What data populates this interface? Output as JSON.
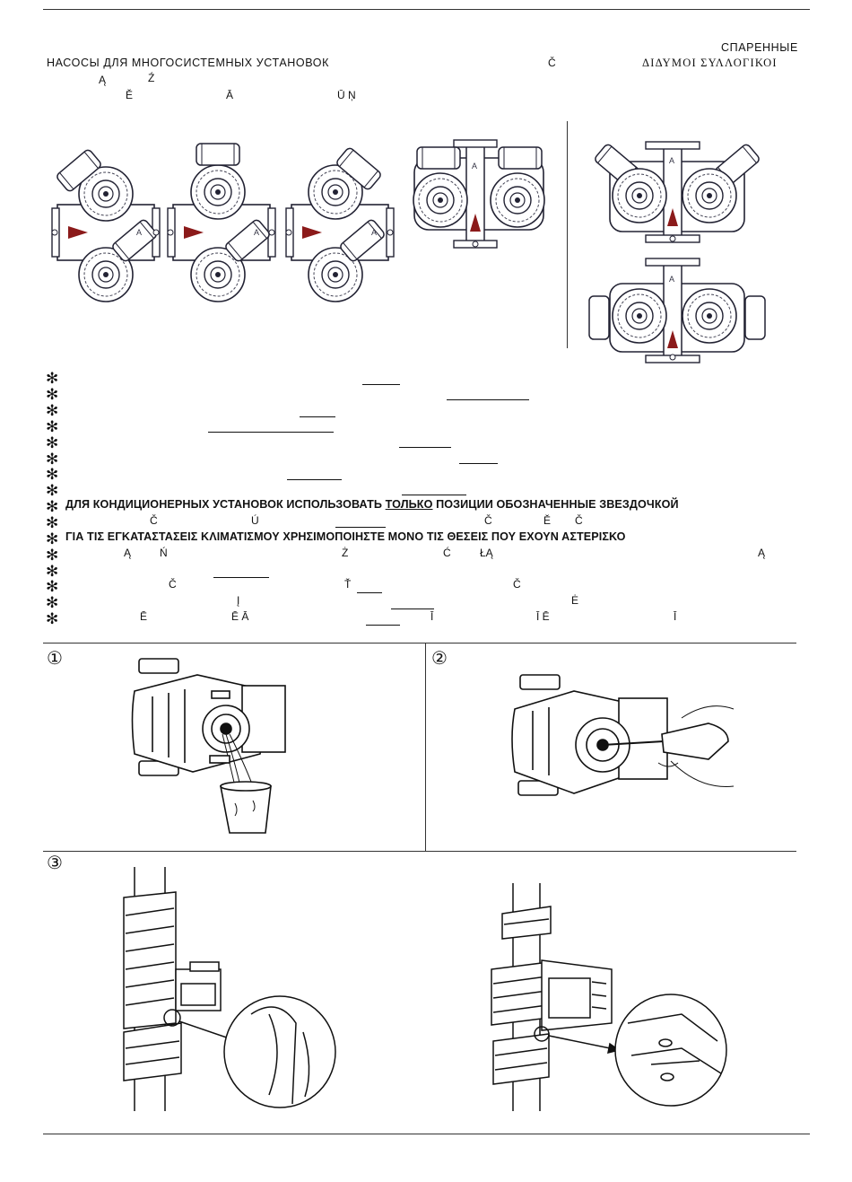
{
  "header": {
    "title_top_right": "СПАРЕННЫЕ",
    "title_left": "НАСОСЫ  ДЛЯ  МНОГОСИСТЕМНЫХ  УСТАНОВОК",
    "mid_glyph": "Č",
    "greek_title": "ΔΙΔΥΜΟΙ    ΣΥΛΛΟΓΙΚΟΙ",
    "line2_a": "Ą",
    "line2_b": "Ź",
    "line3_a": "Ě",
    "line3_b": "Ā",
    "line3_c": "Ū  Ņ"
  },
  "diagrams": {
    "port_label": "A"
  },
  "notes": {
    "star": "✻",
    "ru_aircon": "ДЛЯ КОНДИЦИОНЕРНЫХ УСТАНОВОК ИСПОЛЬЗОВАТЬ",
    "ru_only": "ТОЛЬКО",
    "ru_rest": "ПОЗИЦИИ  ОБОЗНАЧЕННЫЕ ЗВЕЗДОЧКОЙ",
    "gr_aircon": "ΓΙΑ ΤΙΣ ΕΓΚΑΤΑΣΤΑΣΕΙΣ ΚΛΙΜΑΤΙΣΜΟΥ  ΧΡΗΣΙΜΟΠΟΙΗΣΤΕ ΜΟΝΟ ΤΙΣ ΘΕΣΕΙΣ ΠΟΥ ΕΧΟΥΝ ΑΣΤΕΡΙΣΚΟ",
    "row10": {
      "a": "Č",
      "b": "Ú",
      "c": "Č",
      "d": "Ě",
      "e": "Č"
    },
    "row12": {
      "a": "Ą",
      "b": "Ń",
      "c": "Ż",
      "d": "Ć",
      "e": "ŁĄ",
      "f": "Ą"
    },
    "row14": {
      "a": "Č",
      "b": "Ť",
      "c": "Č"
    },
    "row15": {
      "a": "Į",
      "b": "Ė"
    },
    "row16": {
      "a": "Ē",
      "b": "Ē  Ā",
      "c": "Ī",
      "d": "Ī  Ē",
      "e": "Ī"
    }
  },
  "steps": {
    "step1": "①",
    "step2": "②",
    "step3": "③"
  }
}
